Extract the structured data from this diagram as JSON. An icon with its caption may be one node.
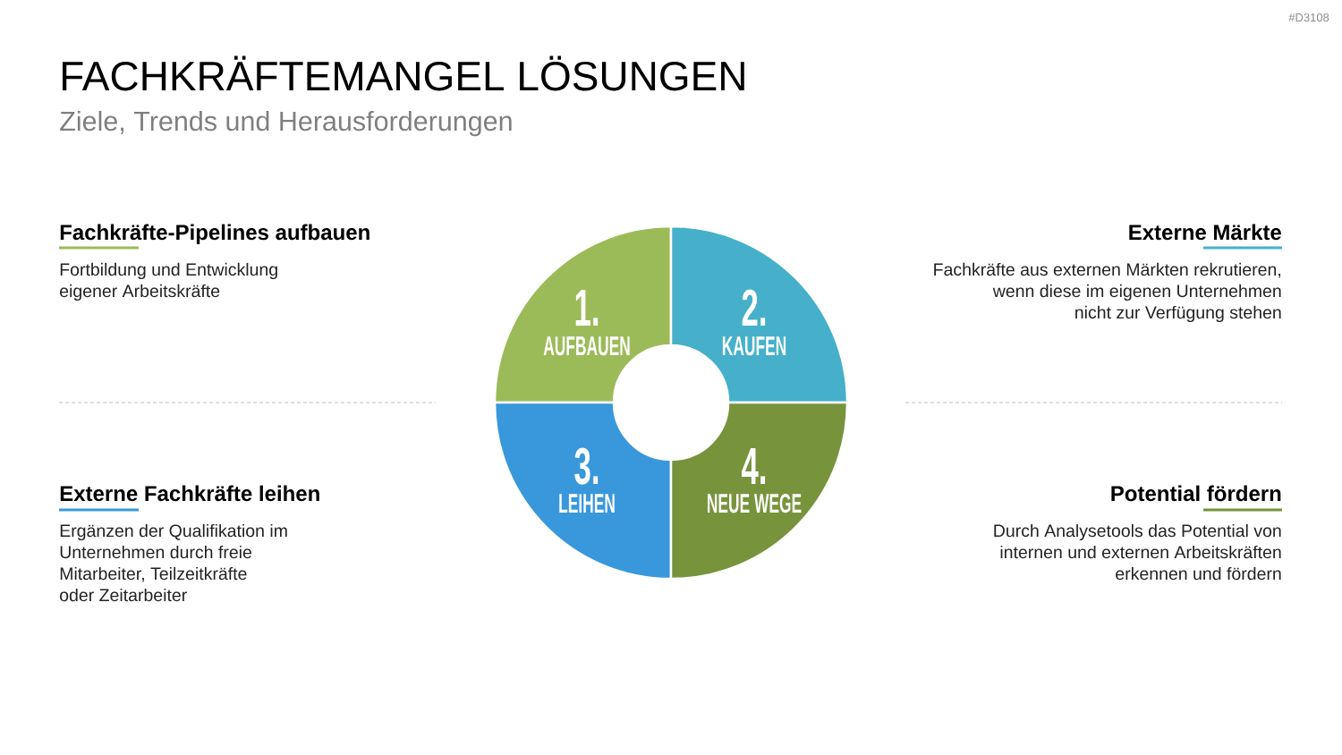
{
  "diagram": {
    "title": "FACHKRÄFTEMANGEL LÖSUNGEN",
    "nodes": [
      {
        "text": [
          "1.",
          "AUFBAUEN"
        ]
      },
      {
        "text": [
          "2.",
          "KAUFEN"
        ]
      },
      {
        "text": [
          "3.",
          "LEIHEN"
        ]
      },
      {
        "text": [
          "4.",
          "NEUE WEGE"
        ]
      }
    ],
    "labels": [
      "#D3108",
      "Ziele, Trends und Herausforderungen",
      "Fachkräfte-Pipelines aufbauen",
      "Fortbildung und Entwicklung eigener Arbeitskräfte",
      "Externe Märkte",
      "Fachkräfte aus externen Märkten rekrutieren, wenn diese im eigenen Unternehmen nicht zur Verfügung stehen",
      "Externe Fachkräfte leihen",
      "Ergänzen der Qualifikation im Unternehmen durch freie Mitarbeiter, Teilzeitkräfte oder Zeitarbeiter",
      "Potential fördern",
      "Durch Analysetools das Potential von internen und externen Arbeitskräften erkennen und fördern"
    ]
  }
}
